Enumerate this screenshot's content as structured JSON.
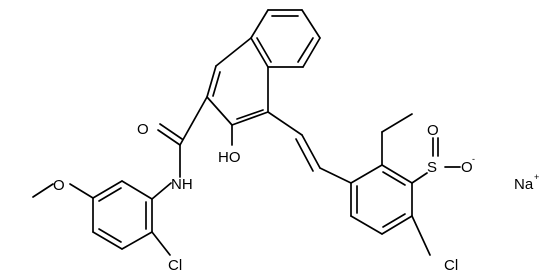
{
  "diagram": {
    "atoms": {
      "oxygen_carbonyl": "O",
      "amide_nh": "NH",
      "hydroxyl": "HO",
      "chloro_left": "Cl",
      "methoxy_o": "O",
      "chloro_right": "Cl",
      "sulfur": "S",
      "sulfonate_o_top": "O",
      "sulfonate_o_right": "O",
      "sulfonate_charge": "-",
      "sodium": "Na",
      "sodium_charge": "+"
    },
    "colors": {
      "ink": "#000000",
      "background": "#ffffff"
    }
  }
}
